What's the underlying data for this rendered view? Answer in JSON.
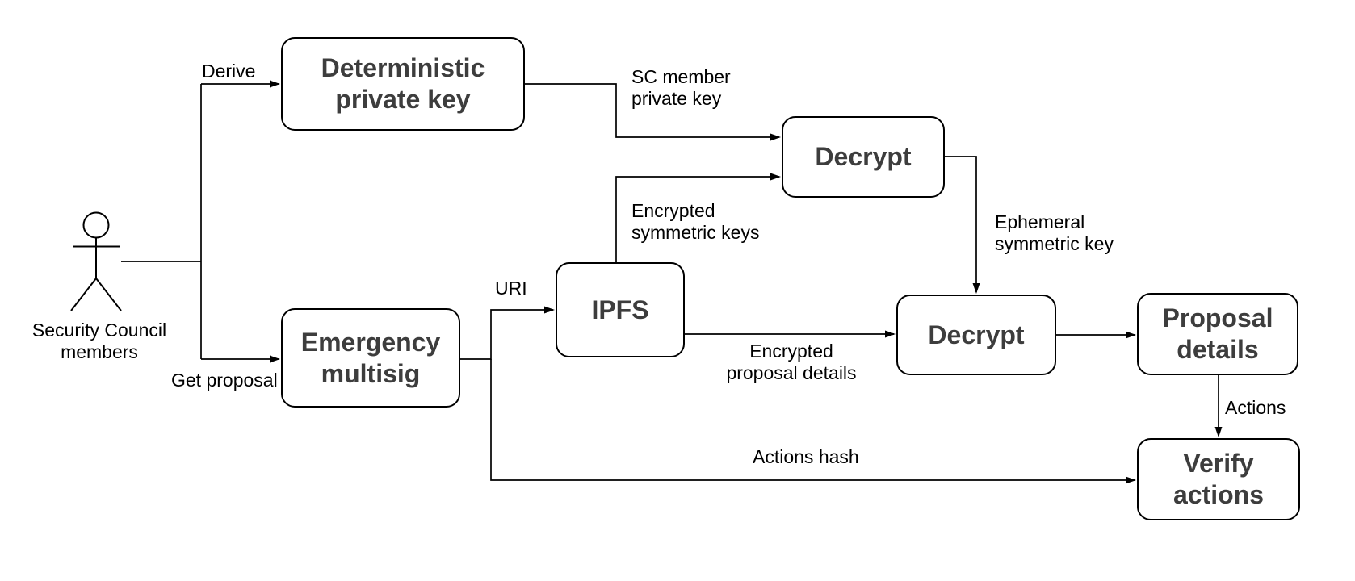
{
  "diagram": {
    "title_hint": "Security Council proposal decryption flow",
    "actor": {
      "label": "Security Council\nmembers"
    },
    "nodes": {
      "deterministic": {
        "label": "Deterministic\nprivate key"
      },
      "emergency": {
        "label": "Emergency\nmultisig"
      },
      "decrypt1": {
        "label": "Decrypt"
      },
      "ipfs": {
        "label": "IPFS"
      },
      "decrypt2": {
        "label": "Decrypt"
      },
      "proposal": {
        "label": "Proposal\ndetails"
      },
      "verify": {
        "label": "Verify\nactions"
      }
    },
    "edge_labels": {
      "derive": "Derive",
      "get_proposal": "Get proposal",
      "sc_member_key": "SC member\nprivate key",
      "encrypted_sym": "Encrypted\nsymmetric keys",
      "uri": "URI",
      "ephemeral_key": "Ephemeral\nsymmetric key",
      "encrypted_details": "Encrypted\nproposal details",
      "actions_hash": "Actions hash",
      "actions": "Actions"
    },
    "colors": {
      "background": "#ffffff",
      "node_fill": "#ffffff",
      "node_border": "#000000",
      "node_text": "#3d3d3d",
      "edge_stroke": "#000000",
      "label_text": "#000000"
    }
  }
}
